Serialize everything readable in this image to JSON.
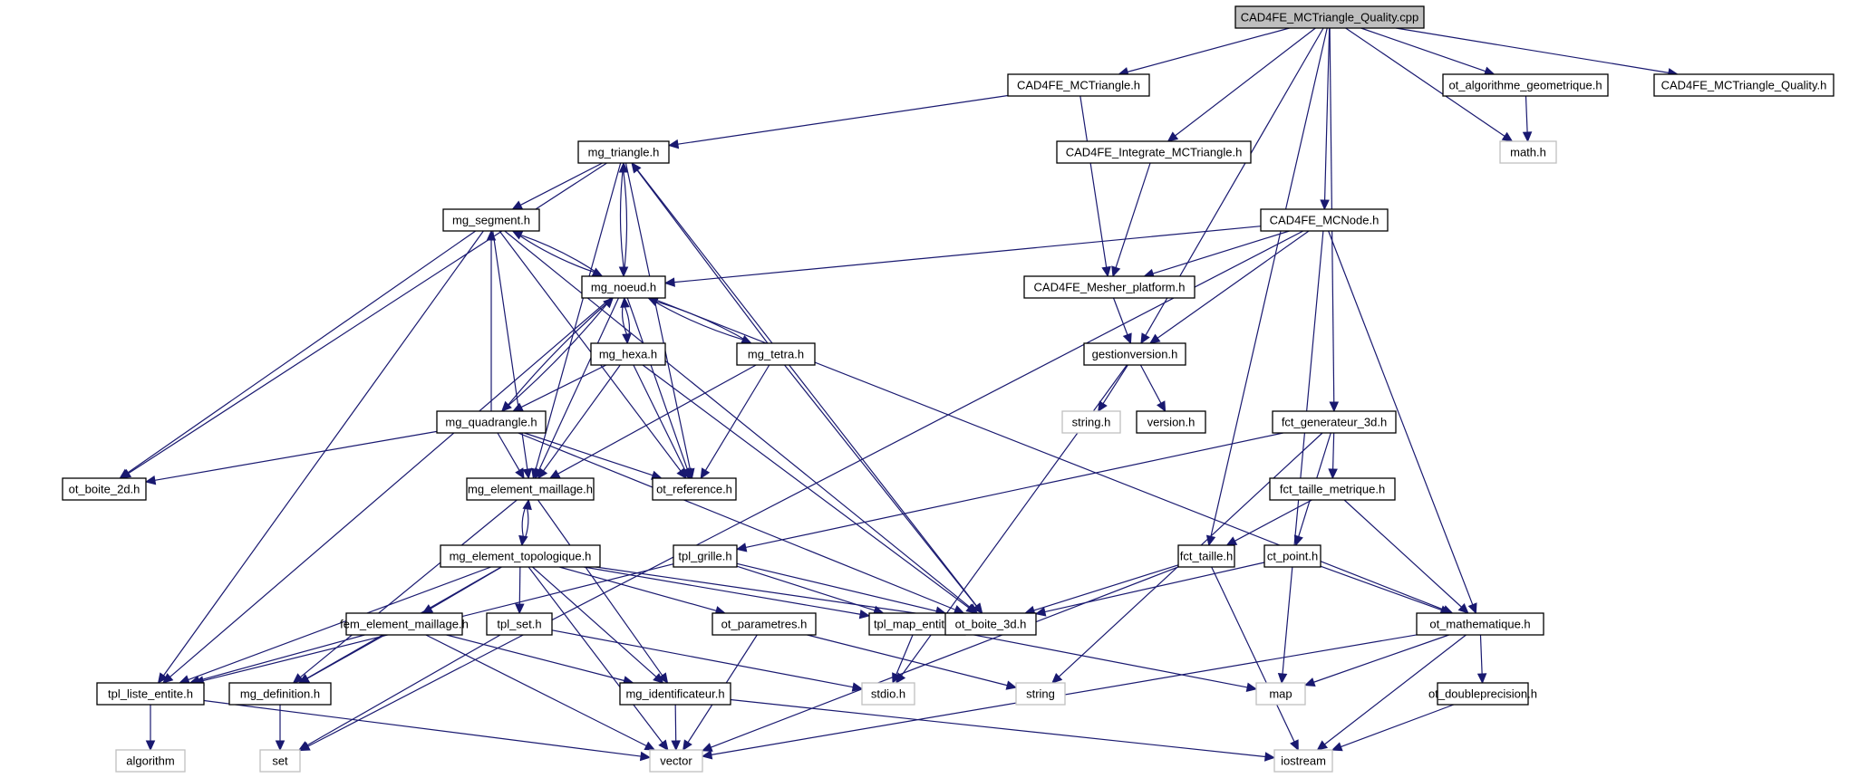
{
  "title": "CAD4FE_MCTriangle_Quality.cpp include dependency graph",
  "colors": {
    "edge": "#191970",
    "root_fill": "#bfbfbf",
    "node_border": "#000000",
    "system_border": "#bfbfbf"
  },
  "nodes": [
    {
      "id": "root",
      "label": "CAD4FE_MCTriangle_Quality.cpp",
      "kind": "root"
    },
    {
      "id": "mctriangle",
      "label": "CAD4FE_MCTriangle.h",
      "kind": "header"
    },
    {
      "id": "otalgo",
      "label": "ot_algorithme_geometrique.h",
      "kind": "header"
    },
    {
      "id": "mctq_h",
      "label": "CAD4FE_MCTriangle_Quality.h",
      "kind": "header"
    },
    {
      "id": "math",
      "label": "math.h",
      "kind": "system"
    },
    {
      "id": "mgtriangle",
      "label": "mg_triangle.h",
      "kind": "header"
    },
    {
      "id": "integrate",
      "label": "CAD4FE_Integrate_MCTriangle.h",
      "kind": "header"
    },
    {
      "id": "mgsegment",
      "label": "mg_segment.h",
      "kind": "header"
    },
    {
      "id": "mcnode",
      "label": "CAD4FE_MCNode.h",
      "kind": "header"
    },
    {
      "id": "mgnoeud",
      "label": "mg_noeud.h",
      "kind": "header"
    },
    {
      "id": "mesher",
      "label": "CAD4FE_Mesher_platform.h",
      "kind": "header"
    },
    {
      "id": "mghexa",
      "label": "mg_hexa.h",
      "kind": "header"
    },
    {
      "id": "mgtetra",
      "label": "mg_tetra.h",
      "kind": "header"
    },
    {
      "id": "gestion",
      "label": "gestionversion.h",
      "kind": "header"
    },
    {
      "id": "mgquad",
      "label": "mg_quadrangle.h",
      "kind": "header"
    },
    {
      "id": "stringh",
      "label": "string.h",
      "kind": "system"
    },
    {
      "id": "version",
      "label": "version.h",
      "kind": "header"
    },
    {
      "id": "fctgen",
      "label": "fct_generateur_3d.h",
      "kind": "header"
    },
    {
      "id": "otboite2d",
      "label": "ot_boite_2d.h",
      "kind": "header"
    },
    {
      "id": "mgelem",
      "label": "mg_element_maillage.h",
      "kind": "header"
    },
    {
      "id": "otref",
      "label": "ot_reference.h",
      "kind": "header"
    },
    {
      "id": "fcttm",
      "label": "fct_taille_metrique.h",
      "kind": "header"
    },
    {
      "id": "mgtopo",
      "label": "mg_element_topologique.h",
      "kind": "header"
    },
    {
      "id": "tplgrille",
      "label": "tpl_grille.h",
      "kind": "header"
    },
    {
      "id": "fcttaille",
      "label": "fct_taille.h",
      "kind": "header"
    },
    {
      "id": "ctpoint",
      "label": "ct_point.h",
      "kind": "header"
    },
    {
      "id": "femelem",
      "label": "fem_element_maillage.h",
      "kind": "header"
    },
    {
      "id": "tplset",
      "label": "tpl_set.h",
      "kind": "header"
    },
    {
      "id": "otparam",
      "label": "ot_parametres.h",
      "kind": "header"
    },
    {
      "id": "tplmap",
      "label": "tpl_map_entite.h",
      "kind": "header"
    },
    {
      "id": "otboite3d",
      "label": "ot_boite_3d.h",
      "kind": "header"
    },
    {
      "id": "otmath",
      "label": "ot_mathematique.h",
      "kind": "header"
    },
    {
      "id": "tplliste",
      "label": "tpl_liste_entite.h",
      "kind": "header"
    },
    {
      "id": "mgdef",
      "label": "mg_definition.h",
      "kind": "header"
    },
    {
      "id": "mgident",
      "label": "mg_identificateur.h",
      "kind": "header"
    },
    {
      "id": "stdio",
      "label": "stdio.h",
      "kind": "system"
    },
    {
      "id": "string",
      "label": "string",
      "kind": "system"
    },
    {
      "id": "map",
      "label": "map",
      "kind": "system"
    },
    {
      "id": "otdouble",
      "label": "ot_doubleprecision.h",
      "kind": "header"
    },
    {
      "id": "algorithm",
      "label": "algorithm",
      "kind": "system"
    },
    {
      "id": "set",
      "label": "set",
      "kind": "system"
    },
    {
      "id": "vector",
      "label": "vector",
      "kind": "system"
    },
    {
      "id": "iostream",
      "label": "iostream",
      "kind": "system"
    }
  ],
  "edges": [
    [
      "root",
      "mctriangle"
    ],
    [
      "root",
      "otalgo"
    ],
    [
      "root",
      "mctq_h"
    ],
    [
      "root",
      "math"
    ],
    [
      "root",
      "integrate"
    ],
    [
      "root",
      "mcnode"
    ],
    [
      "root",
      "gestion"
    ],
    [
      "root",
      "fctgen"
    ],
    [
      "root",
      "fcttaille"
    ],
    [
      "otalgo",
      "math"
    ],
    [
      "mctriangle",
      "mgtriangle"
    ],
    [
      "mctriangle",
      "mesher"
    ],
    [
      "integrate",
      "mesher"
    ],
    [
      "mgtriangle",
      "mgsegment"
    ],
    [
      "mgtriangle",
      "mgnoeud"
    ],
    [
      "mgtriangle",
      "otboite2d"
    ],
    [
      "mgtriangle",
      "mgelem"
    ],
    [
      "mgtriangle",
      "otref"
    ],
    [
      "mgtriangle",
      "otboite3d"
    ],
    [
      "mgsegment",
      "mgnoeud"
    ],
    [
      "mgsegment",
      "otboite2d"
    ],
    [
      "mgsegment",
      "mgelem"
    ],
    [
      "mgsegment",
      "otref"
    ],
    [
      "mgsegment",
      "otboite3d"
    ],
    [
      "mgsegment",
      "tplliste"
    ],
    [
      "mcnode",
      "mgnoeud"
    ],
    [
      "mcnode",
      "mesher"
    ],
    [
      "mcnode",
      "gestion"
    ],
    [
      "mcnode",
      "otmath"
    ],
    [
      "mcnode",
      "map"
    ],
    [
      "mcnode",
      "set"
    ],
    [
      "mesher",
      "gestion"
    ],
    [
      "gestion",
      "stringh"
    ],
    [
      "gestion",
      "version"
    ],
    [
      "gestion",
      "stdio"
    ],
    [
      "mgnoeud",
      "mgtriangle"
    ],
    [
      "mgnoeud",
      "mgsegment"
    ],
    [
      "mgnoeud",
      "mghexa"
    ],
    [
      "mgnoeud",
      "mgtetra"
    ],
    [
      "mgnoeud",
      "mgquad"
    ],
    [
      "mgnoeud",
      "mgelem"
    ],
    [
      "mgnoeud",
      "otref"
    ],
    [
      "mgnoeud",
      "tplliste"
    ],
    [
      "mgnoeud",
      "otmath"
    ],
    [
      "mghexa",
      "mgnoeud"
    ],
    [
      "mghexa",
      "mgquad"
    ],
    [
      "mghexa",
      "mgelem"
    ],
    [
      "mghexa",
      "otref"
    ],
    [
      "mghexa",
      "otboite3d"
    ],
    [
      "mgtetra",
      "mgnoeud"
    ],
    [
      "mgtetra",
      "mgtriangle"
    ],
    [
      "mgtetra",
      "mgelem"
    ],
    [
      "mgtetra",
      "otref"
    ],
    [
      "mgtetra",
      "otboite3d"
    ],
    [
      "mgquad",
      "mgnoeud"
    ],
    [
      "mgquad",
      "mgsegment"
    ],
    [
      "mgquad",
      "otboite2d"
    ],
    [
      "mgquad",
      "mgelem"
    ],
    [
      "mgquad",
      "otref"
    ],
    [
      "mgquad",
      "otboite3d"
    ],
    [
      "fctgen",
      "fcttm"
    ],
    [
      "fctgen",
      "tplgrille"
    ],
    [
      "fctgen",
      "ctpoint"
    ],
    [
      "fctgen",
      "string"
    ],
    [
      "fcttm",
      "fcttaille"
    ],
    [
      "fcttm",
      "otmath"
    ],
    [
      "mgelem",
      "mgtopo"
    ],
    [
      "mgelem",
      "mgdef"
    ],
    [
      "mgelem",
      "mgident"
    ],
    [
      "mgtopo",
      "mgelem"
    ],
    [
      "mgtopo",
      "femelem"
    ],
    [
      "mgtopo",
      "tplset"
    ],
    [
      "mgtopo",
      "otparam"
    ],
    [
      "mgtopo",
      "tplmap"
    ],
    [
      "mgtopo",
      "otboite3d"
    ],
    [
      "mgtopo",
      "tplliste"
    ],
    [
      "mgtopo",
      "mgdef"
    ],
    [
      "mgtopo",
      "mgident"
    ],
    [
      "mgtopo",
      "vector"
    ],
    [
      "tplgrille",
      "tplmap"
    ],
    [
      "tplgrille",
      "otboite3d"
    ],
    [
      "tplgrille",
      "tplliste"
    ],
    [
      "fcttaille",
      "otboite3d"
    ],
    [
      "fcttaille",
      "vector"
    ],
    [
      "fcttaille",
      "iostream"
    ],
    [
      "ctpoint",
      "otboite3d"
    ],
    [
      "ctpoint",
      "otmath"
    ],
    [
      "femelem",
      "tplliste"
    ],
    [
      "femelem",
      "mgdef"
    ],
    [
      "femelem",
      "mgident"
    ],
    [
      "femelem",
      "vector"
    ],
    [
      "tplset",
      "set"
    ],
    [
      "tplset",
      "stdio"
    ],
    [
      "otparam",
      "vector"
    ],
    [
      "otparam",
      "string"
    ],
    [
      "tplmap",
      "stdio"
    ],
    [
      "tplmap",
      "map"
    ],
    [
      "otmath",
      "map"
    ],
    [
      "otmath",
      "otdouble"
    ],
    [
      "otmath",
      "iostream"
    ],
    [
      "otmath",
      "vector"
    ],
    [
      "otdouble",
      "iostream"
    ],
    [
      "tplliste",
      "algorithm"
    ],
    [
      "tplliste",
      "vector"
    ],
    [
      "mgdef",
      "set"
    ],
    [
      "mgident",
      "vector"
    ],
    [
      "mgident",
      "iostream"
    ]
  ]
}
